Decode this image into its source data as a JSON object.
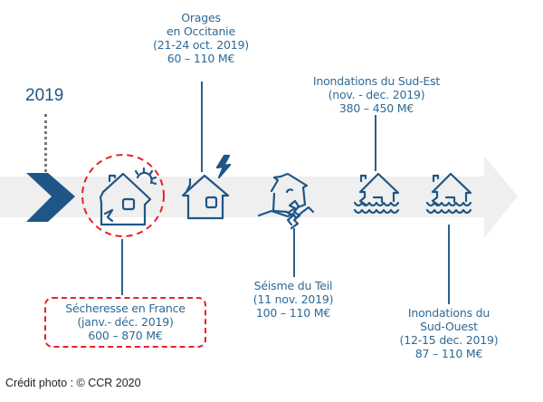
{
  "year": "2019",
  "credit": "Crédit photo : © CCR  2020",
  "colors": {
    "primary": "#1f5687",
    "text": "#2e6a96",
    "highlight": "#e8202a",
    "band": "#efefef"
  },
  "events": [
    {
      "id": "secheresse",
      "icon": "house-sun-drought-icon",
      "lines": [
        "Sécheresse en France",
        "(janv.- déc. 2019)",
        "600 – 870 M€"
      ],
      "highlighted": true
    },
    {
      "id": "orages",
      "icon": "house-lightning-icon",
      "lines": [
        "Orages",
        "en Occitanie",
        "(21-24 oct. 2019)",
        "60 – 110 M€"
      ],
      "highlighted": false
    },
    {
      "id": "seisme",
      "icon": "house-earthquake-icon",
      "lines": [
        "Séisme du Teil",
        "(11 nov. 2019)",
        "100 – 110 M€"
      ],
      "highlighted": false
    },
    {
      "id": "inondations-sud-est",
      "icon": "house-flood-icon",
      "lines": [
        "Inondations du Sud-Est",
        "(nov. - dec. 2019)",
        "380 – 450 M€"
      ],
      "highlighted": false
    },
    {
      "id": "inondations-sud-ouest",
      "icon": "house-flood-icon",
      "lines": [
        "Inondations du",
        "Sud-Ouest",
        "(12-15 dec. 2019)",
        "87 – 110 M€"
      ],
      "highlighted": false
    }
  ]
}
